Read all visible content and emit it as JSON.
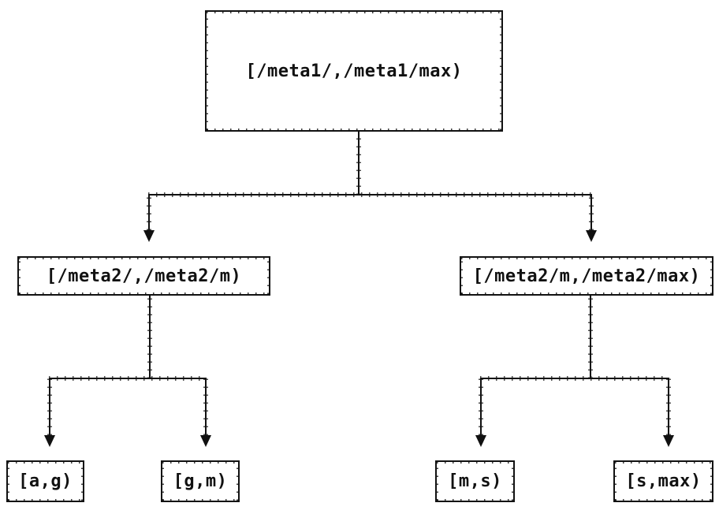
{
  "diagram": {
    "type": "tree",
    "colors": {
      "background": "#ffffff",
      "line": "#111111",
      "text": "#111111"
    },
    "nodes": {
      "root": {
        "label": "[/meta1/,/meta1/max)",
        "level": 0
      },
      "left": {
        "label": "[/meta2/,/meta2/m)",
        "level": 1
      },
      "right": {
        "label": "[/meta2/m,/meta2/max)",
        "level": 1
      },
      "leaf_ag": {
        "label": "[a,g)",
        "level": 2
      },
      "leaf_gm": {
        "label": "[g,m)",
        "level": 2
      },
      "leaf_ms": {
        "label": "[m,s)",
        "level": 2
      },
      "leaf_smax": {
        "label": "[s,max)",
        "level": 2
      }
    },
    "edges": [
      {
        "from": "root",
        "to": "left"
      },
      {
        "from": "root",
        "to": "right"
      },
      {
        "from": "left",
        "to": "leaf_ag"
      },
      {
        "from": "left",
        "to": "leaf_gm"
      },
      {
        "from": "right",
        "to": "leaf_ms"
      },
      {
        "from": "right",
        "to": "leaf_smax"
      }
    ]
  }
}
